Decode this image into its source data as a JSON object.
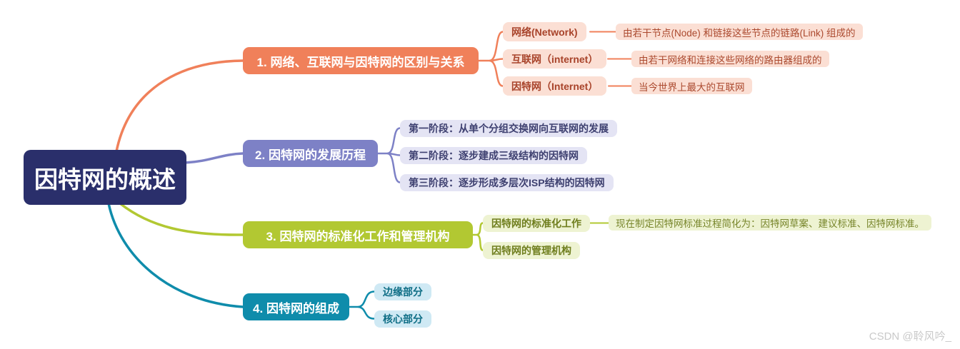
{
  "mindmap": {
    "root": {
      "label": "因特网的概述",
      "bg_color": "#2a2f6b",
      "text_color": "#ffffff"
    },
    "branches": [
      {
        "label": "1. 网络、互联网与因特网的区别与关系",
        "color": "#f0805a",
        "light_color": "#fbdfd4",
        "dark_text_color": "#a8432a",
        "children": [
          {
            "label": "网络(Network)",
            "note": "由若干节点(Node) 和链接这些节点的链路(Link) 组成的"
          },
          {
            "label": "互联网（internet）",
            "note": "由若干网络和连接这些网络的路由器组成的"
          },
          {
            "label": "因特网（Internet）",
            "note": "当今世界上最大的互联网"
          }
        ]
      },
      {
        "label": "2. 因特网的发展历程",
        "color": "#7d81c6",
        "light_color": "#e4e4f4",
        "dark_text_color": "#3e4070",
        "children": [
          {
            "label": "第一阶段：从单个分组交换网向互联网的发展"
          },
          {
            "label": "第二阶段：逐步建成三级结构的因特网"
          },
          {
            "label": "第三阶段：逐步形成多层次ISP结构的因特网"
          }
        ]
      },
      {
        "label": "3. 因特网的标准化工作和管理机构",
        "color": "#b2c832",
        "light_color": "#eef3d2",
        "dark_text_color": "#6f7e1e",
        "children": [
          {
            "label": "因特网的标准化工作",
            "note": "现在制定因特网标准过程简化为：因特网草案、建议标准、因特网标准。"
          },
          {
            "label": "因特网的管理机构"
          }
        ]
      },
      {
        "label": "4. 因特网的组成",
        "color": "#0f8cab",
        "light_color": "#cfe9f4",
        "dark_text_color": "#0d6d85",
        "children": [
          {
            "label": "边缘部分"
          },
          {
            "label": "核心部分"
          }
        ]
      }
    ]
  },
  "watermark": {
    "text": "CSDN @聆风吟_",
    "color": "#c9c9c9"
  }
}
